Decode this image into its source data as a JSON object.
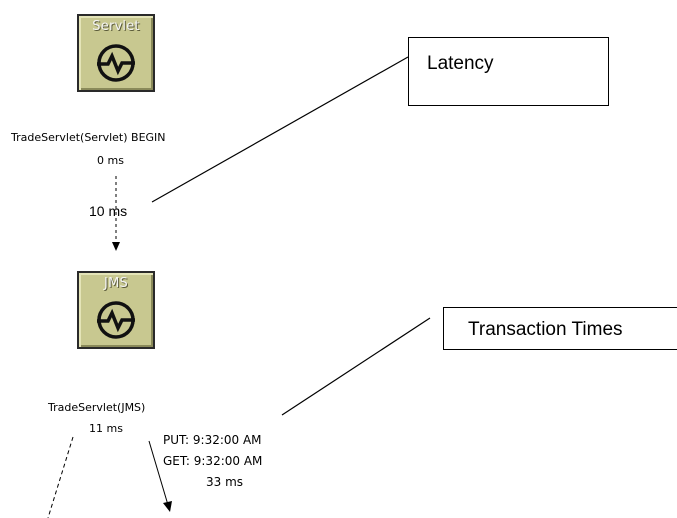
{
  "nodes": [
    {
      "title": "Servlet",
      "name": "TradeServlet(Servlet) BEGIN",
      "time": "0 ms",
      "icon": "globe-waveform-icon"
    },
    {
      "title": "JMS",
      "name": "TradeServlet(JMS)",
      "time": "11 ms",
      "icon": "globe-waveform-icon"
    }
  ],
  "edges": [
    {
      "from": "Servlet",
      "to": "JMS",
      "latency": "10 ms"
    }
  ],
  "transaction": {
    "put": "PUT: 9:32:00 AM",
    "get": "GET: 9:32:00 AM",
    "duration": "33 ms"
  },
  "callouts": {
    "latency": "Latency",
    "transaction_times": "Transaction Times"
  },
  "colors": {
    "icon_fill": "#c8c890",
    "icon_border": "#2a2a2a"
  }
}
